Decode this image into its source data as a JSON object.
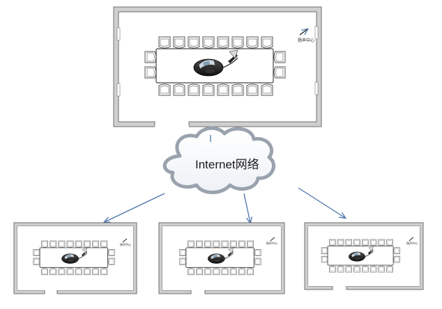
{
  "network": {
    "label": "Internet网络"
  },
  "rooms": [
    {
      "id": "main",
      "label": "扬声中心"
    },
    {
      "id": "remote-1",
      "label": "扬声中心"
    },
    {
      "id": "remote-2",
      "label": "扬声中心"
    },
    {
      "id": "remote-3",
      "label": "扬声中心"
    }
  ],
  "colors": {
    "wall": "#8a8a8a",
    "cloud_fill": "#f7f8fb",
    "cloud_edge": "#9aa2ad",
    "arrow": "#4a74a8"
  }
}
